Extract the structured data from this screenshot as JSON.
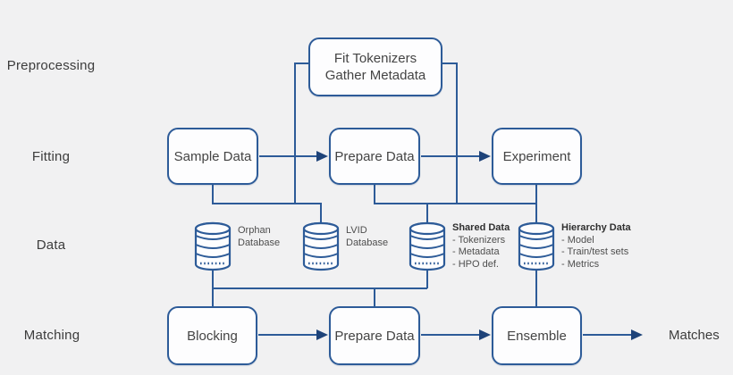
{
  "palette": {
    "background": "#f1f1f2",
    "line": "#2d5b98",
    "arrow_head": "#1e4379",
    "node_border": "#2d5b98",
    "node_fill": "#fdfdfe",
    "text_dark": "#3c3c3c",
    "text_muted": "#4e4e4e"
  },
  "rows": [
    {
      "label": "Preprocessing"
    },
    {
      "label": "Fitting"
    },
    {
      "label": "Data"
    },
    {
      "label": "Matching"
    }
  ],
  "nodes": {
    "fit_tokenizers": {
      "line1": "Fit Tokenizers",
      "line2": "Gather Metadata"
    },
    "sample_data": {
      "label": "Sample Data"
    },
    "prepare_data_fitting": {
      "label": "Prepare Data"
    },
    "experiment": {
      "label": "Experiment"
    },
    "blocking": {
      "label": "Blocking"
    },
    "prepare_data_matching": {
      "label": "Prepare Data"
    },
    "ensemble": {
      "label": "Ensemble"
    }
  },
  "databases": {
    "orphan": {
      "icon": "database-icon",
      "line1": "Orphan",
      "line2": "Database"
    },
    "lvid": {
      "icon": "database-icon",
      "line1": "LVID",
      "line2": "Database"
    },
    "shared": {
      "icon": "database-icon",
      "title": "Shared Data",
      "items": [
        "- Tokenizers",
        "- Metadata",
        "- HPO def."
      ]
    },
    "hierarchy": {
      "icon": "database-icon",
      "title": "Hierarchy Data",
      "items": [
        "- Model",
        "- Train/test sets",
        "- Metrics"
      ]
    }
  },
  "outputs": {
    "matches": "Matches"
  }
}
